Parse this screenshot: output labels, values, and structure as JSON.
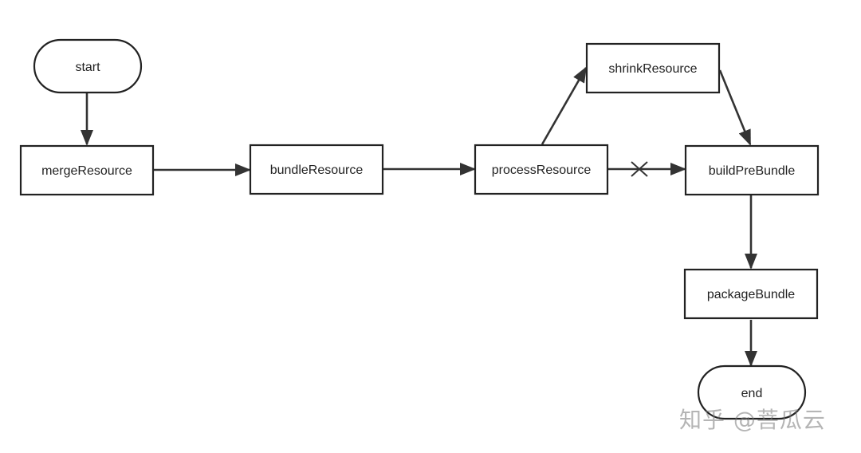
{
  "nodes": {
    "start": "start",
    "mergeResource": "mergeResource",
    "bundleResource": "bundleResource",
    "processResource": "processResource",
    "shrinkResource": "shrinkResource",
    "buildPreBundle": "buildPreBundle",
    "packageBundle": "packageBundle",
    "end": "end"
  },
  "edges": [
    {
      "from": "start",
      "to": "mergeResource"
    },
    {
      "from": "mergeResource",
      "to": "bundleResource"
    },
    {
      "from": "bundleResource",
      "to": "processResource"
    },
    {
      "from": "processResource",
      "to": "shrinkResource"
    },
    {
      "from": "shrinkResource",
      "to": "buildPreBundle"
    },
    {
      "from": "processResource",
      "to": "buildPreBundle",
      "crossed": true
    },
    {
      "from": "buildPreBundle",
      "to": "packageBundle"
    },
    {
      "from": "packageBundle",
      "to": "end"
    }
  ],
  "watermark": "知乎 @菩瓜云"
}
